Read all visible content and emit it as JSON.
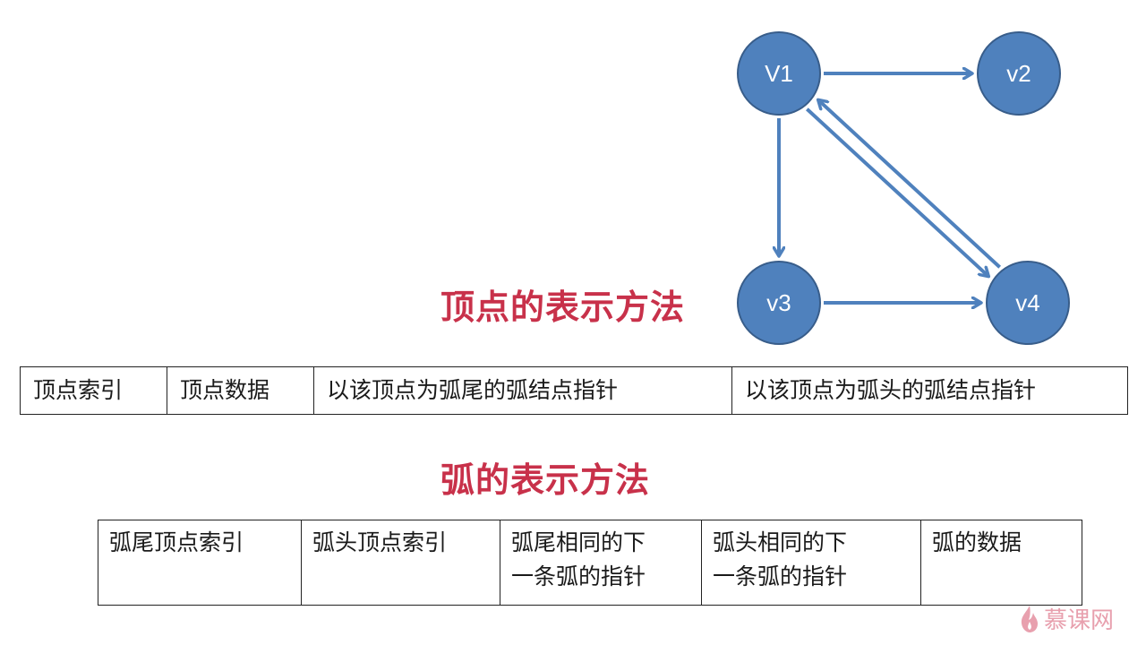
{
  "graph": {
    "nodes": [
      {
        "id": "V1",
        "label": "V1"
      },
      {
        "id": "v2",
        "label": "v2"
      },
      {
        "id": "v3",
        "label": "v3"
      },
      {
        "id": "v4",
        "label": "v4"
      }
    ],
    "edges": [
      {
        "from": "V1",
        "to": "v2"
      },
      {
        "from": "V1",
        "to": "v3"
      },
      {
        "from": "V1",
        "to": "v4"
      },
      {
        "from": "v4",
        "to": "V1"
      },
      {
        "from": "v3",
        "to": "v4"
      }
    ],
    "colors": {
      "node_fill": "#4f81bd",
      "node_stroke": "#385d8a",
      "edge": "#4f81bd",
      "label": "#ffffff"
    }
  },
  "vertex_section": {
    "title": "顶点的表示方法",
    "fields": [
      "顶点索引",
      "顶点数据",
      "以该顶点为弧尾的弧结点指针",
      "以该顶点为弧头的弧结点指针"
    ]
  },
  "arc_section": {
    "title": "弧的表示方法",
    "fields": [
      [
        "弧尾顶点索引"
      ],
      [
        "弧头顶点索引"
      ],
      [
        "弧尾相同的下",
        "一条弧的指针"
      ],
      [
        "弧头相同的下",
        "一条弧的指针"
      ],
      [
        "弧的数据"
      ]
    ]
  },
  "title_color": "#c8314a",
  "watermark": {
    "icon": "flame-icon",
    "text": "慕课网",
    "color": "#e8a0ae"
  }
}
